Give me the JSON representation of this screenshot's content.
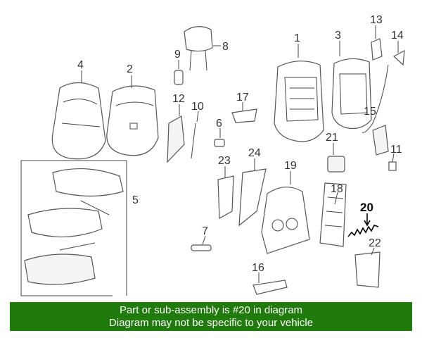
{
  "diagram": {
    "callouts": [
      {
        "id": "1",
        "label": "1"
      },
      {
        "id": "2",
        "label": "2"
      },
      {
        "id": "3",
        "label": "3"
      },
      {
        "id": "4",
        "label": "4"
      },
      {
        "id": "5",
        "label": "5"
      },
      {
        "id": "6",
        "label": "6"
      },
      {
        "id": "7",
        "label": "7"
      },
      {
        "id": "8",
        "label": "8"
      },
      {
        "id": "9",
        "label": "9"
      },
      {
        "id": "10",
        "label": "10"
      },
      {
        "id": "11",
        "label": "11"
      },
      {
        "id": "12",
        "label": "12"
      },
      {
        "id": "13",
        "label": "13"
      },
      {
        "id": "14",
        "label": "14"
      },
      {
        "id": "15",
        "label": "15"
      },
      {
        "id": "16",
        "label": "16"
      },
      {
        "id": "17",
        "label": "17"
      },
      {
        "id": "18",
        "label": "18"
      },
      {
        "id": "19",
        "label": "19"
      },
      {
        "id": "20",
        "label": "20"
      },
      {
        "id": "21",
        "label": "21"
      },
      {
        "id": "22",
        "label": "22"
      },
      {
        "id": "23",
        "label": "23"
      },
      {
        "id": "24",
        "label": "24"
      }
    ],
    "highlighted_part": "20"
  },
  "banner": {
    "line1": "Part or sub-assembly is #20 in diagram",
    "line2": "Diagram may not be specific to your vehicle",
    "color": "#1f7b0c"
  }
}
